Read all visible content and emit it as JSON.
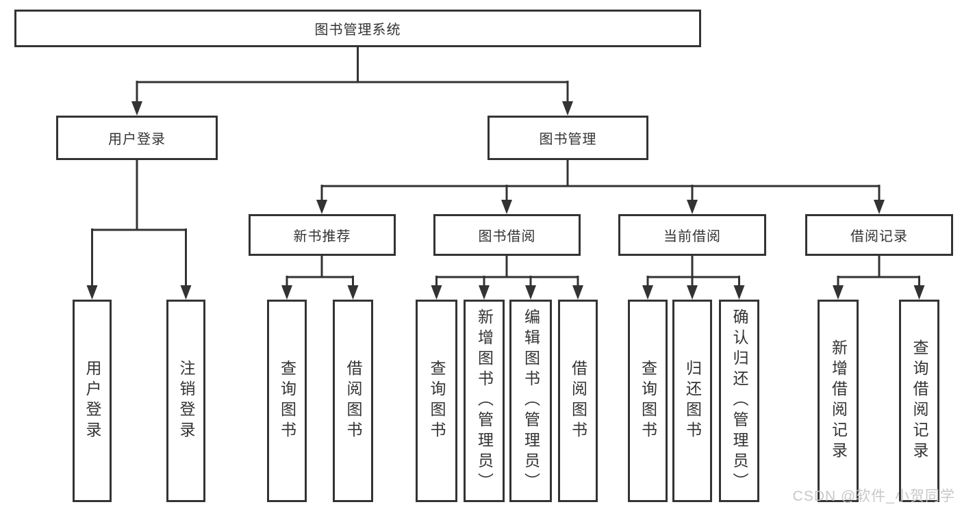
{
  "tree": {
    "root": {
      "label": "图书管理系统"
    },
    "branches": [
      {
        "label": "用户登录",
        "children": [
          {
            "label": "用户登录"
          },
          {
            "label": "注销登录"
          }
        ]
      },
      {
        "label": "图书管理",
        "children": [
          {
            "label": "新书推荐",
            "children": [
              {
                "label": "查询图书"
              },
              {
                "label": "借阅图书"
              }
            ]
          },
          {
            "label": "图书借阅",
            "children": [
              {
                "label": "查询图书"
              },
              {
                "label": "新增图书（管理员）"
              },
              {
                "label": "编辑图书（管理员）"
              },
              {
                "label": "借阅图书"
              }
            ]
          },
          {
            "label": "当前借阅",
            "children": [
              {
                "label": "查询图书"
              },
              {
                "label": "归还图书"
              },
              {
                "label": "确认归还（管理员）"
              }
            ]
          },
          {
            "label": "借阅记录",
            "children": [
              {
                "label": "新增借阅记录"
              },
              {
                "label": "查询借阅记录"
              }
            ]
          }
        ]
      }
    ]
  },
  "watermark": "CSDN @软件_小贺同学",
  "colors": {
    "line": "#333333",
    "box_border": "#333333",
    "text": "#333333",
    "background": "#ffffff",
    "watermark": "#c5c5c5"
  }
}
